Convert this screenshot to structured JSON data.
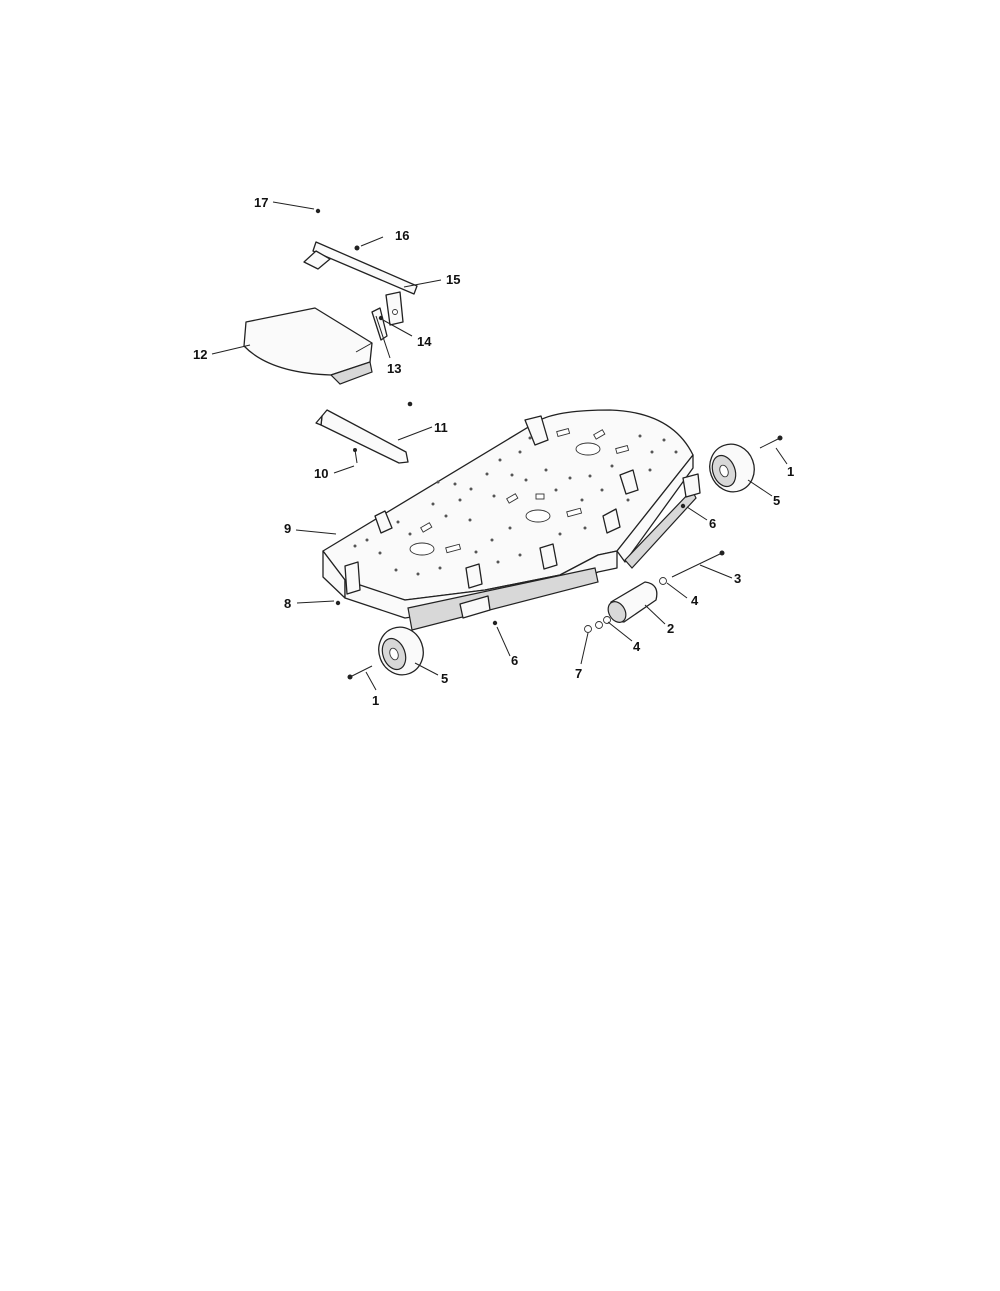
{
  "diagram": {
    "callouts": [
      {
        "id": "c17",
        "label": "17"
      },
      {
        "id": "c16",
        "label": "16"
      },
      {
        "id": "c15",
        "label": "15"
      },
      {
        "id": "c14",
        "label": "14"
      },
      {
        "id": "c13",
        "label": "13"
      },
      {
        "id": "c12",
        "label": "12"
      },
      {
        "id": "c11",
        "label": "11"
      },
      {
        "id": "c10",
        "label": "10"
      },
      {
        "id": "c9",
        "label": "9"
      },
      {
        "id": "c8",
        "label": "8"
      },
      {
        "id": "c1a",
        "label": "1"
      },
      {
        "id": "c5a",
        "label": "5"
      },
      {
        "id": "c6a",
        "label": "6"
      },
      {
        "id": "c3",
        "label": "3"
      },
      {
        "id": "c4a",
        "label": "4"
      },
      {
        "id": "c2",
        "label": "2"
      },
      {
        "id": "c4b",
        "label": "4"
      },
      {
        "id": "c7",
        "label": "7"
      },
      {
        "id": "c6b",
        "label": "6"
      },
      {
        "id": "c5b",
        "label": "5"
      },
      {
        "id": "c1b",
        "label": "1"
      }
    ]
  }
}
